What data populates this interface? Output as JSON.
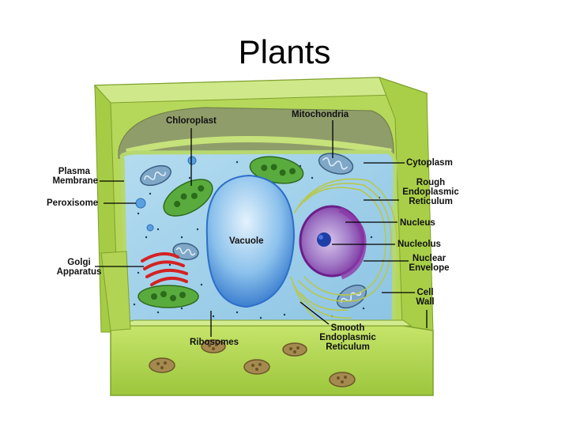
{
  "title": "Plants",
  "labels": {
    "chloroplast": "Chloroplast",
    "mitochondria": "Mitochondria",
    "cytoplasm": "Cytoplasm",
    "plasma_membrane_1": "Plasma",
    "plasma_membrane_2": "Membrane",
    "rough_er_1": "Rough",
    "rough_er_2": "Endoplasmic",
    "rough_er_3": "Reticulum",
    "peroxisome": "Peroxisome",
    "nucleus": "Nucleus",
    "vacuole": "Vacuole",
    "nucleolus": "Nucleolus",
    "golgi_1": "Golgi",
    "golgi_2": "Apparatus",
    "nuclear_envelope_1": "Nuclear",
    "nuclear_envelope_2": "Envelope",
    "cell_wall_1": "Cell",
    "cell_wall_2": "Wall",
    "smooth_er_1": "Smooth",
    "smooth_er_2": "Endoplasmic",
    "smooth_er_3": "Reticulum",
    "ribosomes": "Ribosomes"
  },
  "colors": {
    "cell_wall": "#b8d95a",
    "cytoplasm": "#9fd0e8",
    "vacuole": "#7fb8e8",
    "chloroplast": "#4f9c3a",
    "golgi": "#d42222",
    "nucleus": "#8a4fb0"
  }
}
